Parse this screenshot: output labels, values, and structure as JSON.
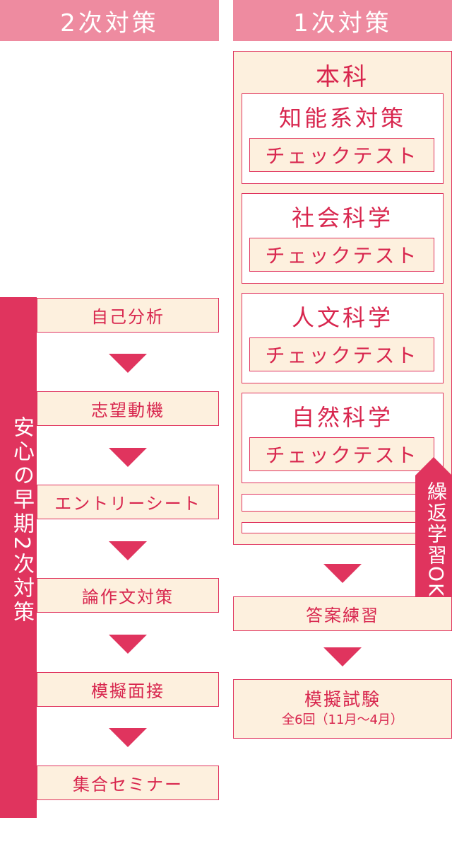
{
  "headers": {
    "left": "2次対策",
    "right": "1次対策"
  },
  "left_band": "安心の早期2次対策",
  "left_steps": [
    "自己分析",
    "志望動機",
    "エントリーシート",
    "論作文対策",
    "模擬面接",
    "集合セミナー"
  ],
  "honka": {
    "title": "本科",
    "sections": [
      {
        "title": "知能系対策",
        "check": "チェックテスト"
      },
      {
        "title": "社会科学",
        "check": "チェックテスト"
      },
      {
        "title": "人文科学",
        "check": "チェックテスト"
      },
      {
        "title": "自然科学",
        "check": "チェックテスト"
      }
    ]
  },
  "repeat_label": "繰返学習OK",
  "answer_practice": "答案練習",
  "mock_exam": {
    "title": "模擬試験",
    "note": "全6回（11月〜4月）"
  },
  "colors": {
    "header": "#ee8ba0",
    "accent": "#e0345e",
    "box_fill": "#fdf0de",
    "text": "#d8264e"
  }
}
